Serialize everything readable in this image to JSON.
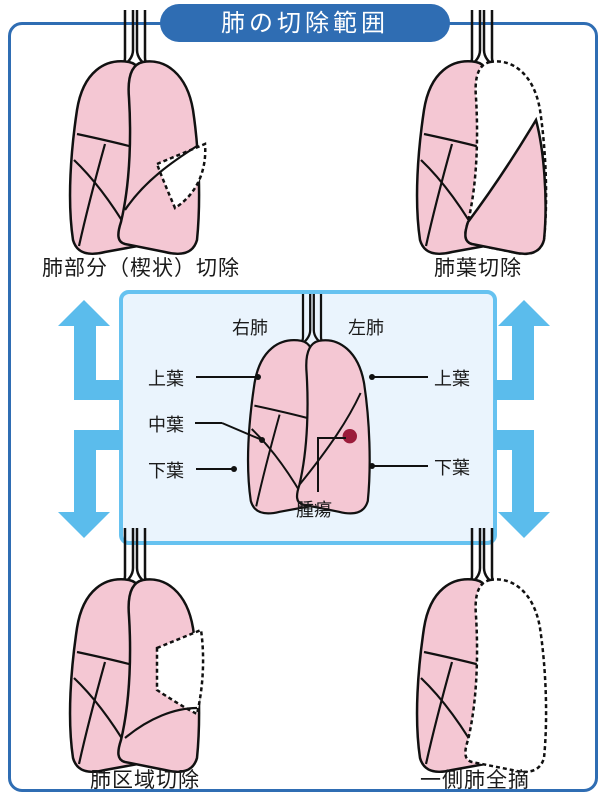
{
  "title": "肺の切除範囲",
  "colors": {
    "frame": "#2f6db3",
    "lung": "#f4c7d3",
    "arrow": "#5bbcec",
    "tumor": "#9b1b3a"
  },
  "procedures": {
    "wedge": "肺部分（楔状）切除",
    "lobectomy": "肺葉切除",
    "segmentectomy": "肺区域切除",
    "pneumonectomy": "一側肺全摘"
  },
  "center": {
    "right_lung": "右肺",
    "left_lung": "左肺",
    "upper_right": "上葉",
    "middle_right": "中葉",
    "lower_right": "下葉",
    "upper_left": "上葉",
    "lower_left": "下葉",
    "tumor": "腫瘍"
  }
}
